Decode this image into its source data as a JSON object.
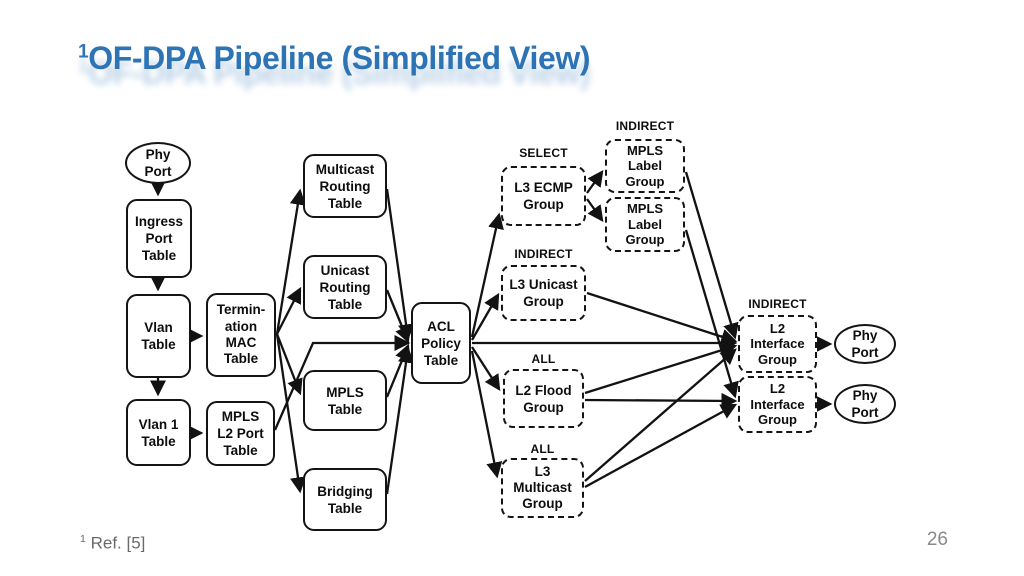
{
  "slide": {
    "title_sup": "1",
    "title": "OF-DPA Pipeline (Simplified View)",
    "footer_sup": "1",
    "footer_text": " Ref. [5]",
    "page_number": "26"
  },
  "colors": {
    "title_blue": "#2E74B5",
    "diagram_stroke": "#121212",
    "footer_gray": "#6a6a6a"
  },
  "diagram": {
    "labels": {
      "select": "SELECT",
      "indirect": "INDIRECT",
      "all": "ALL"
    },
    "nodes": {
      "phy_port_in": "Phy\nPort",
      "ingress_port_table": "Ingress\nPort\nTable",
      "vlan_table": "Vlan\nTable",
      "vlan1_table": "Vlan 1\nTable",
      "termination_mac_table": "Termin-\nation\nMAC\nTable",
      "mpls_l2_port_table": "MPLS\nL2 Port\nTable",
      "multicast_routing_table": "Multicast\nRouting\nTable",
      "unicast_routing_table": "Unicast\nRouting\nTable",
      "mpls_table": "MPLS\nTable",
      "bridging_table": "Bridging\nTable",
      "acl_policy_table": "ACL\nPolicy\nTable",
      "l3_ecmp_group": "L3 ECMP\nGroup",
      "mpls_label_group_1": "MPLS\nLabel\nGroup",
      "mpls_label_group_2": "MPLS\nLabel\nGroup",
      "l3_unicast_group": "L3 Unicast\nGroup",
      "l2_flood_group": "L2 Flood\nGroup",
      "l3_multicast_group": "L3\nMulticast\nGroup",
      "l2_interface_group_1": "L2\nInterface\nGroup",
      "l2_interface_group_2": "L2\nInterface\nGroup",
      "phy_port_out_1": "Phy\nPort",
      "phy_port_out_2": "Phy\nPort"
    }
  }
}
